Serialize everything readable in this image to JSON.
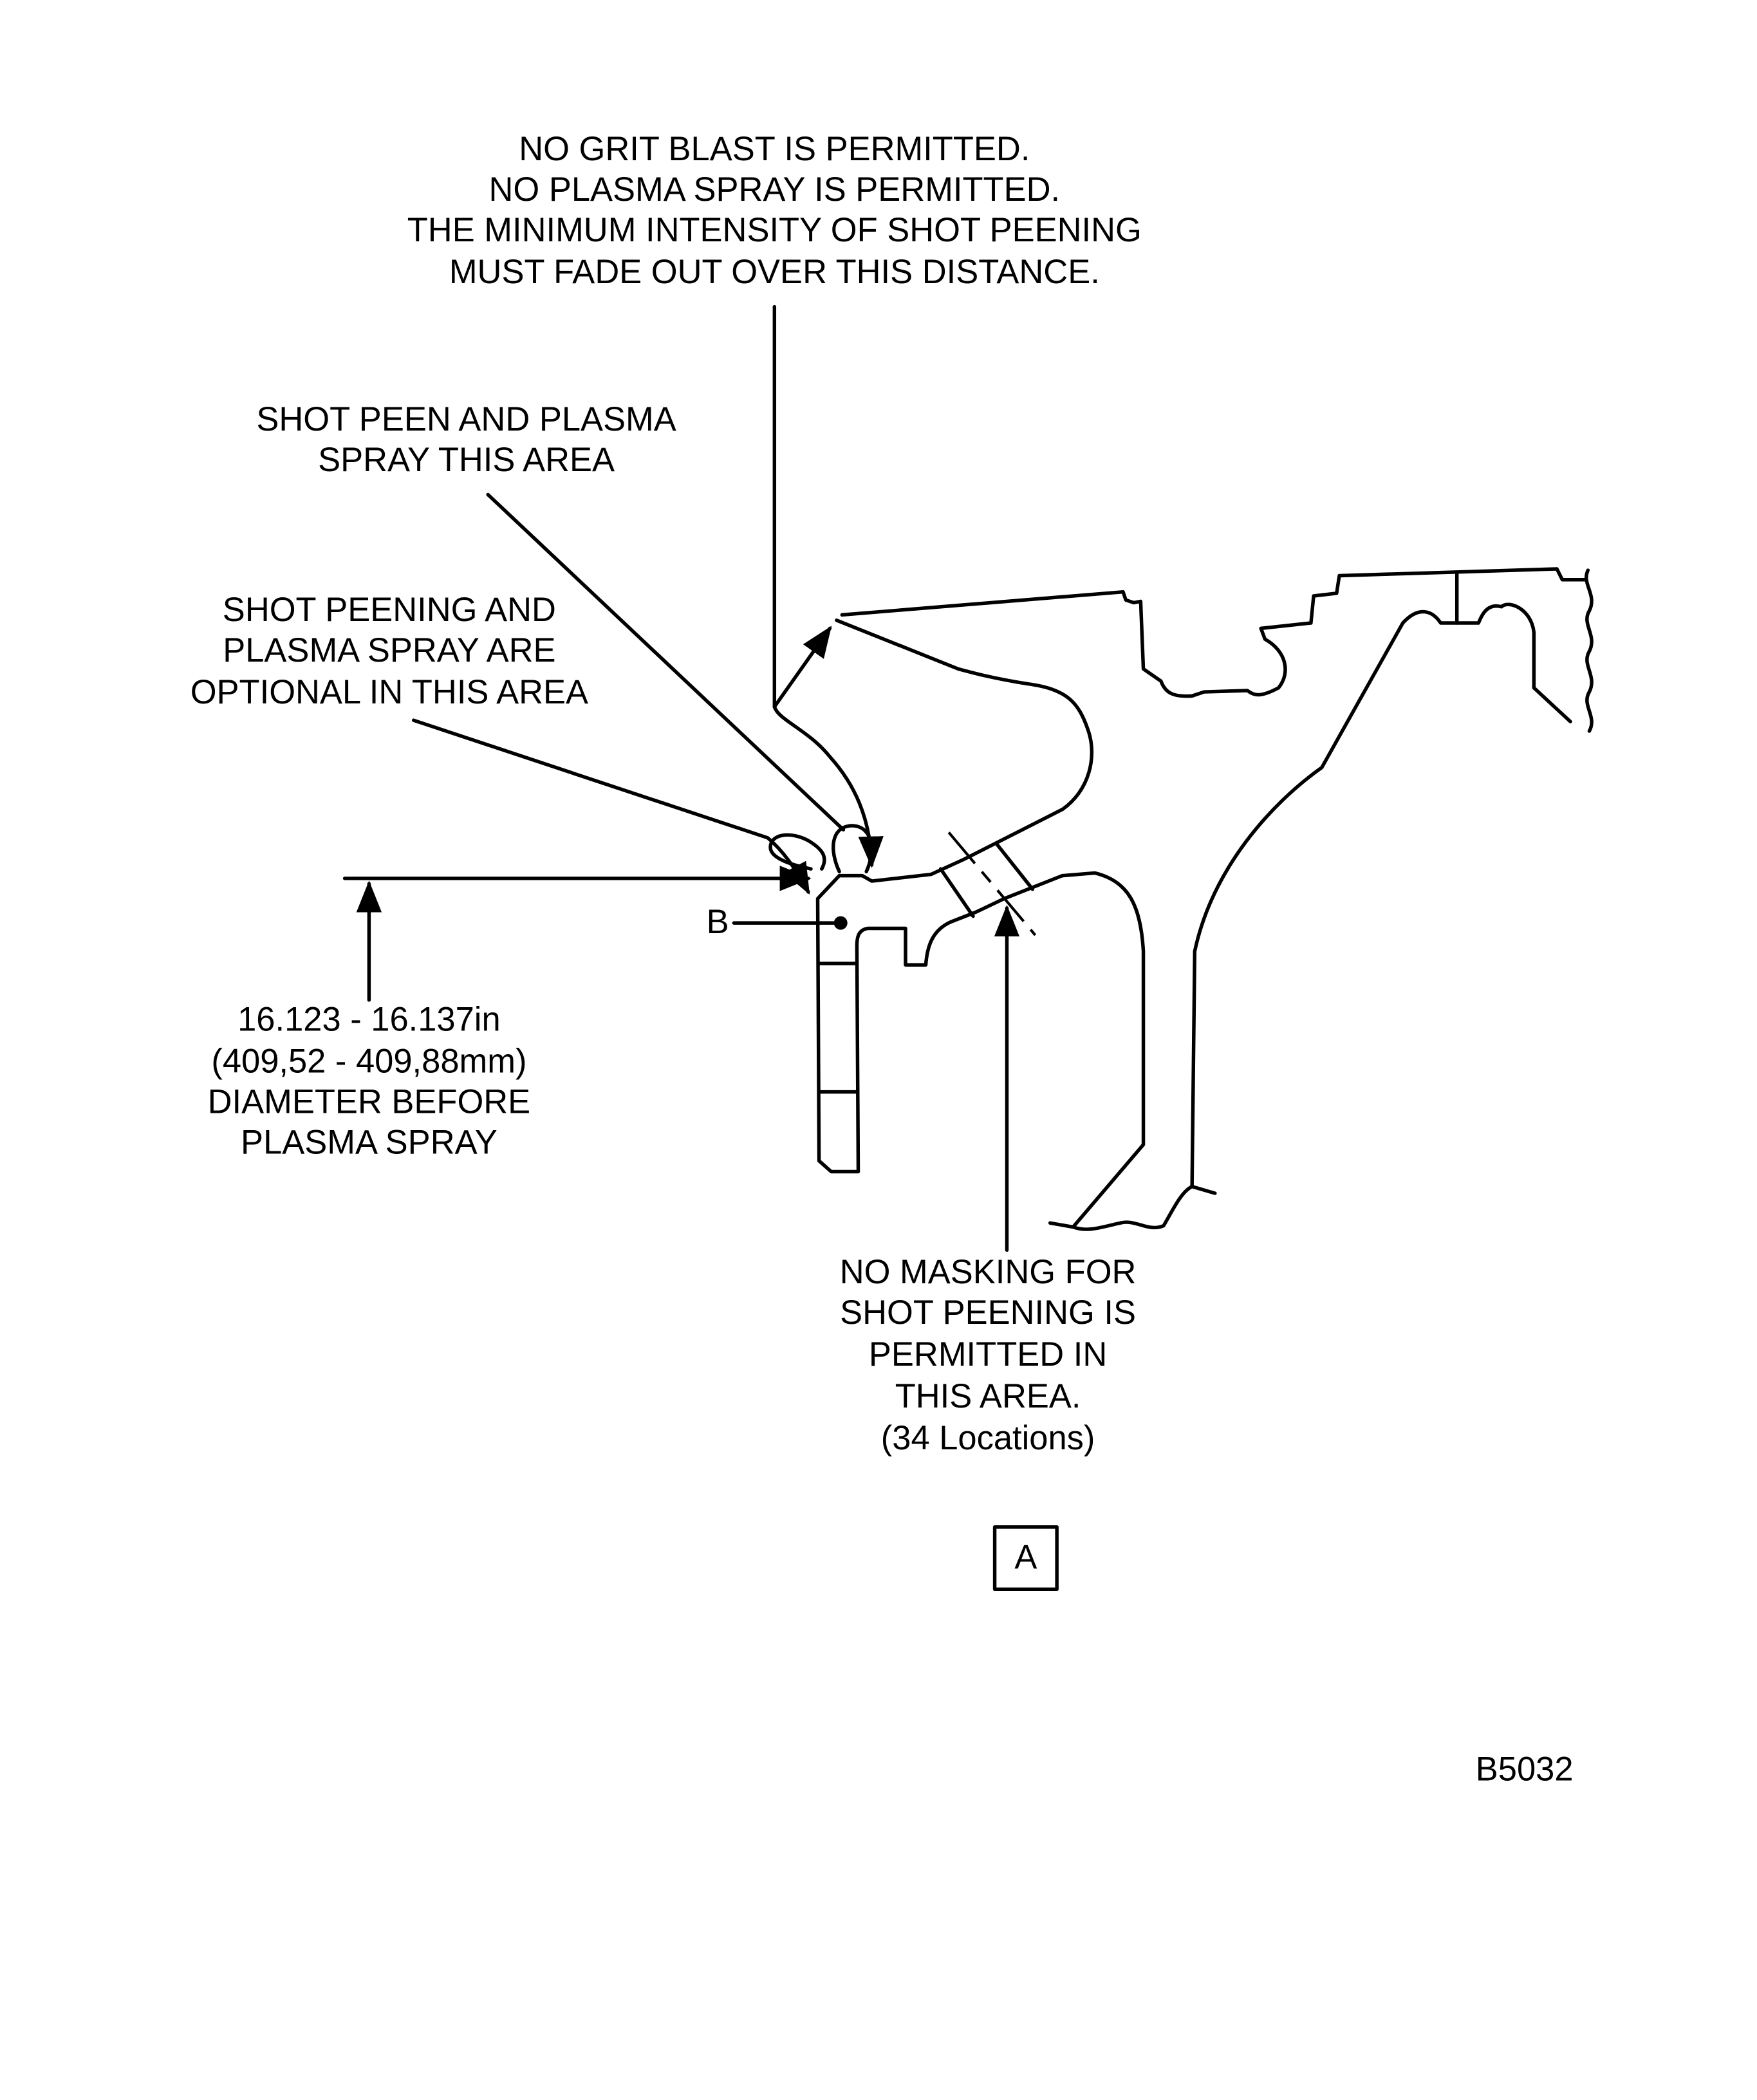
{
  "notes": {
    "top": [
      "NO GRIT BLAST IS PERMITTED.",
      "NO PLASMA SPRAY IS PERMITTED.",
      "THE MINIMUM INTENSITY OF SHOT PEENING",
      "MUST FADE OUT OVER THIS DISTANCE."
    ],
    "shot_peen": [
      "SHOT PEEN AND PLASMA",
      "SPRAY THIS AREA"
    ],
    "optional": [
      "SHOT PEENING AND",
      "PLASMA SPRAY ARE",
      "OPTIONAL IN THIS AREA"
    ],
    "diameter": [
      "16.123 - 16.137in",
      "(409,52 - 409,88mm)",
      "DIAMETER BEFORE",
      "PLASMA SPRAY"
    ],
    "masking": [
      "NO MASKING FOR",
      "SHOT PEENING IS",
      "PERMITTED IN",
      "THIS AREA.",
      "(34 Locations)"
    ]
  },
  "labels": {
    "point_b": "B",
    "view_a": "A",
    "figure_id": "B5032"
  }
}
